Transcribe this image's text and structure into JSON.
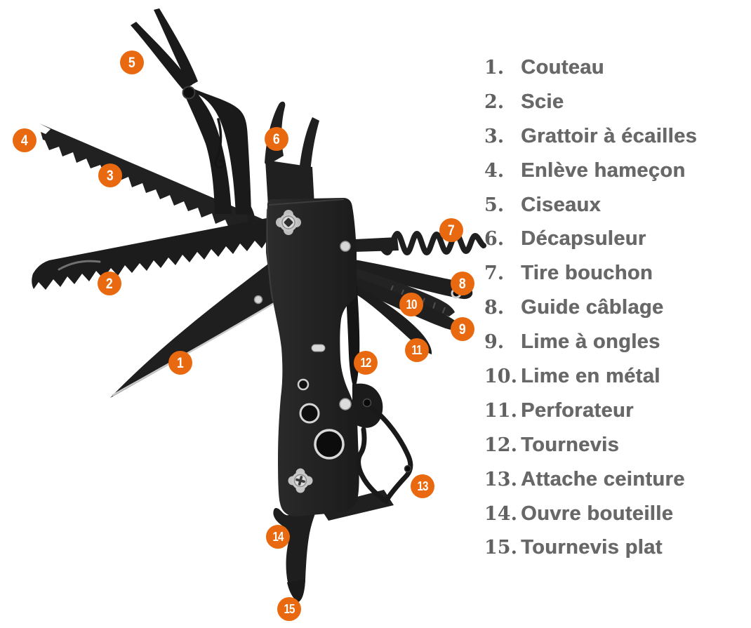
{
  "accent_color": "#e8690f",
  "text_color": "#686868",
  "legend": {
    "items": [
      {
        "number": "1.",
        "label": "Couteau"
      },
      {
        "number": "2.",
        "label": "Scie"
      },
      {
        "number": "3.",
        "label": "Grattoir à écailles"
      },
      {
        "number": "4.",
        "label": "Enlève hameçon"
      },
      {
        "number": "5.",
        "label": "Ciseaux"
      },
      {
        "number": "6.",
        "label": "Décapsuleur"
      },
      {
        "number": "7.",
        "label": "Tire bouchon"
      },
      {
        "number": "8.",
        "label": "Guide câblage"
      },
      {
        "number": "9.",
        "label": "Lime à ongles"
      },
      {
        "number": "10.",
        "label": "Lime en métal"
      },
      {
        "number": "11.",
        "label": "Perforateur"
      },
      {
        "number": "12.",
        "label": "Tournevis"
      },
      {
        "number": "13.",
        "label": "Attache ceinture"
      },
      {
        "number": "14.",
        "label": "Ouvre bouteille"
      },
      {
        "number": "15.",
        "label": "Tournevis plat"
      }
    ]
  },
  "callouts": [
    {
      "number": "1"
    },
    {
      "number": "2"
    },
    {
      "number": "3"
    },
    {
      "number": "4"
    },
    {
      "number": "5"
    },
    {
      "number": "6"
    },
    {
      "number": "7"
    },
    {
      "number": "8"
    },
    {
      "number": "9"
    },
    {
      "number": "10"
    },
    {
      "number": "11"
    },
    {
      "number": "12"
    },
    {
      "number": "13"
    },
    {
      "number": "14"
    },
    {
      "number": "15"
    }
  ]
}
